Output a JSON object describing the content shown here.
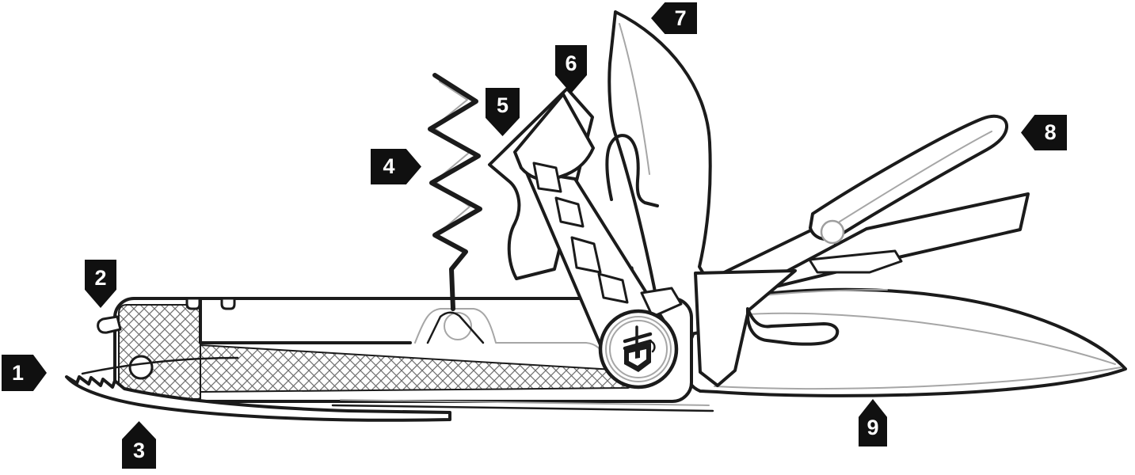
{
  "diagram": {
    "background": "#ffffff",
    "line_color": "#1b1b1b",
    "accent_line_color": "#a6a6a6",
    "callout_bg": "#101010",
    "callout_text_color": "#ffffff",
    "brand_icon": "gerber-sword-logo-icon",
    "callouts": [
      {
        "number": "1",
        "points": "right"
      },
      {
        "number": "2",
        "points": "down"
      },
      {
        "number": "3",
        "points": "up"
      },
      {
        "number": "4",
        "points": "right"
      },
      {
        "number": "5",
        "points": "down"
      },
      {
        "number": "6",
        "points": "down"
      },
      {
        "number": "7",
        "points": "left"
      },
      {
        "number": "8",
        "points": "left"
      },
      {
        "number": "9",
        "points": "up"
      }
    ]
  }
}
